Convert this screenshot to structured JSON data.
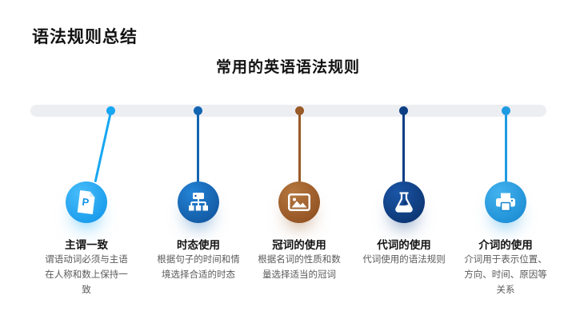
{
  "slide": {
    "title": "语法规则总结",
    "subtitle": "常用的英语语法规则"
  },
  "timeline": {
    "track_color": "#edeef2",
    "items": [
      {
        "heading": "主谓一致",
        "body": "谓语动词必须与主语\n在人称和数上保持一\n致",
        "accent": "#17a7f2",
        "icon": "p-file-icon",
        "icon_letter": "P"
      },
      {
        "heading": "时态使用",
        "body": "根据句子的时间和情\n境选择合适的时态",
        "accent": "#1265b2",
        "icon": "sitemap-icon"
      },
      {
        "heading": "冠词的使用",
        "body": "根据名词的性质和数\n量选择适当的冠词",
        "accent": "#9a5a26",
        "icon": "image-icon"
      },
      {
        "heading": "代词的使用",
        "body": "代词使用的语法规则",
        "accent": "#0c3e84",
        "icon": "flask-icon"
      },
      {
        "heading": "介词的使用",
        "body": "介词用于表示位置、\n方向、时间、原因等\n关系",
        "accent": "#1f9be2",
        "icon": "printer-icon"
      }
    ]
  }
}
